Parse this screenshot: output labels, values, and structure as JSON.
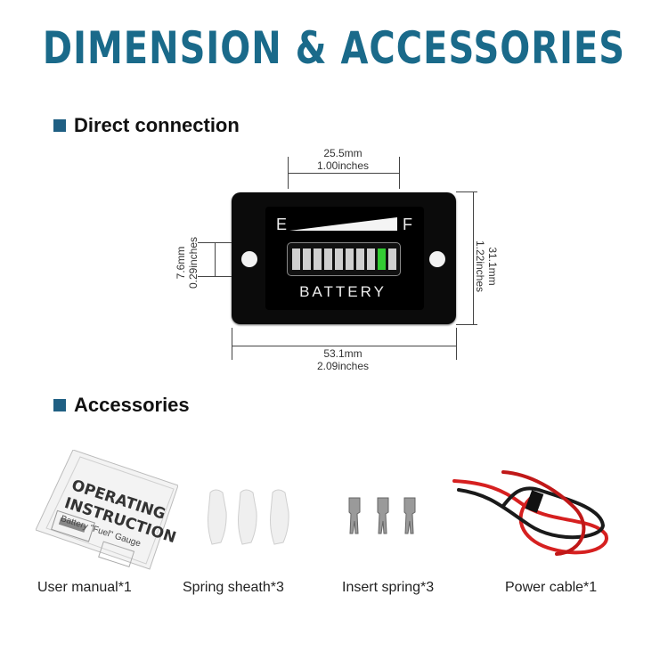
{
  "title": "DIMENSION & ACCESSORIES",
  "sections": {
    "direct": "Direct connection",
    "accessories": "Accessories"
  },
  "meter": {
    "empty_label": "E",
    "full_label": "F",
    "name": "BATTERY",
    "segments_total": 10,
    "green_segment_index": 8
  },
  "dimensions": {
    "top": {
      "mm": "25.5mm",
      "in": "1.00inches"
    },
    "left": {
      "mm": "7.6mm",
      "in": "0.29inches"
    },
    "right": {
      "mm": "31.1mm",
      "in": "1.22inches"
    },
    "bottom": {
      "mm": "53.1mm",
      "in": "2.09inches"
    }
  },
  "manual_text": {
    "line1": "OPERATING",
    "line2": "INSTRUCTION",
    "line3": "Battery \"Fuel\" Gauge"
  },
  "accessories": [
    {
      "label": "User manual*1"
    },
    {
      "label": "Spring sheath*3"
    },
    {
      "label": "Insert spring*3"
    },
    {
      "label": "Power cable*1"
    }
  ],
  "colors": {
    "title": "#1a6a8a",
    "section_marker": "#1f5f83",
    "green_led": "#33cc33",
    "cable_red": "#d62020"
  }
}
